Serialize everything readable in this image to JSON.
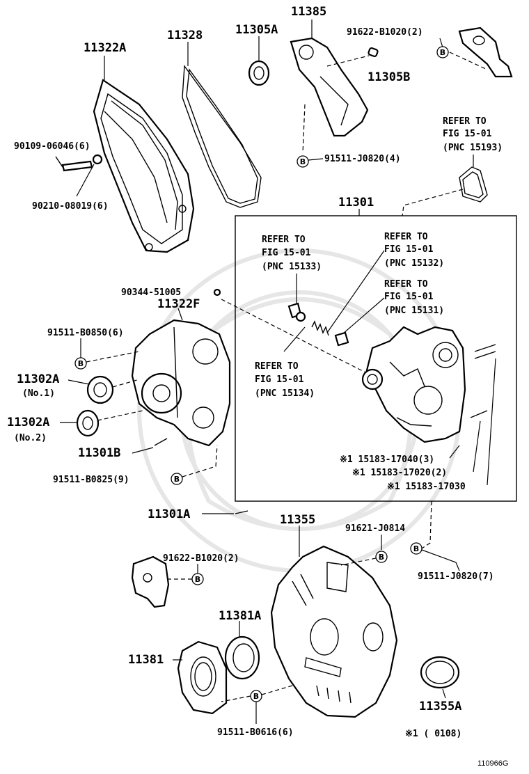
{
  "labels": {
    "p11322A": "11322A",
    "p11328": "11328",
    "p11305A": "11305A",
    "p11385": "11385",
    "p91622_top": "91622-B1020(2)",
    "p11305B": "11305B",
    "p90109": "90109-06046(6)",
    "p90210": "90210-08019(6)",
    "p91511_J0820_4": "91511-J0820(4)",
    "refer_15193_a": "REFER TO",
    "refer_15193_b": "FIG 15-01",
    "refer_15193_c": "(PNC 15193)",
    "p11301": "11301",
    "refer_15133_a": "REFER TO",
    "refer_15133_b": "FIG 15-01",
    "refer_15133_c": "(PNC 15133)",
    "refer_15132_a": "REFER TO",
    "refer_15132_b": "FIG 15-01",
    "refer_15132_c": "(PNC 15132)",
    "refer_15131_a": "REFER TO",
    "refer_15131_b": "FIG 15-01",
    "refer_15131_c": "(PNC 15131)",
    "p90344": "90344-51005",
    "p11322F": "11322F",
    "p91511_B0850": "91511-B0850(6)",
    "p11302A_1": "11302A",
    "no1": "(No.1)",
    "p11302A_2": "11302A",
    "no2": "(No.2)",
    "refer_15134_a": "REFER TO",
    "refer_15134_b": "FIG 15-01",
    "refer_15134_c": "(PNC 15134)",
    "p11301B": "11301B",
    "p15183_17040": "※1 15183-17040(3)",
    "p15183_17020": "※1 15183-17020(2)",
    "p15183_17030": "※1 15183-17030",
    "p91511_B0825": "91511-B0825(9)",
    "p11301A": "11301A",
    "p11355": "11355",
    "p91621": "91621-J0814",
    "p91622_bottom": "91622-B1020(2)",
    "p91511_J0820_7": "91511-J0820(7)",
    "p11381A": "11381A",
    "p11381": "11381",
    "p11355A": "11355A",
    "p91511_B0616": "91511-B0616(6)",
    "footnote": "※1 (     0108)",
    "fig_id": "110966G",
    "marker_b": "B"
  }
}
